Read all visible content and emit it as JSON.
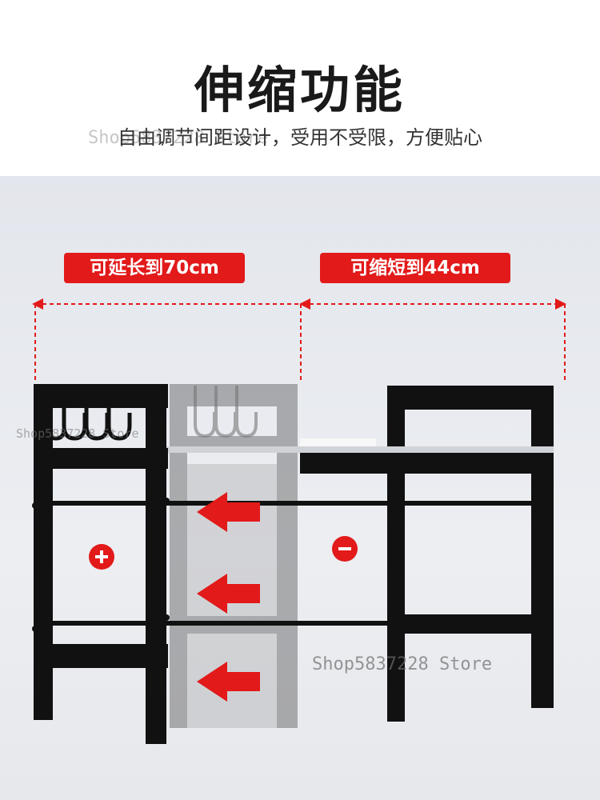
{
  "header": {
    "title": "伸缩功能",
    "subtitle": "自由调节间距设计，受用不受限，方便贴心"
  },
  "badges": {
    "extend_label": "可延长到70cm",
    "shorten_label": "可缩短到44cm"
  },
  "watermark": {
    "store_text": "Shop5837228 Store"
  },
  "symbols": {
    "plus": "+",
    "minus": "−"
  },
  "colors": {
    "accent_red": "#e21a1a",
    "frame_black": "#111111",
    "background": "#e6e8ec"
  }
}
